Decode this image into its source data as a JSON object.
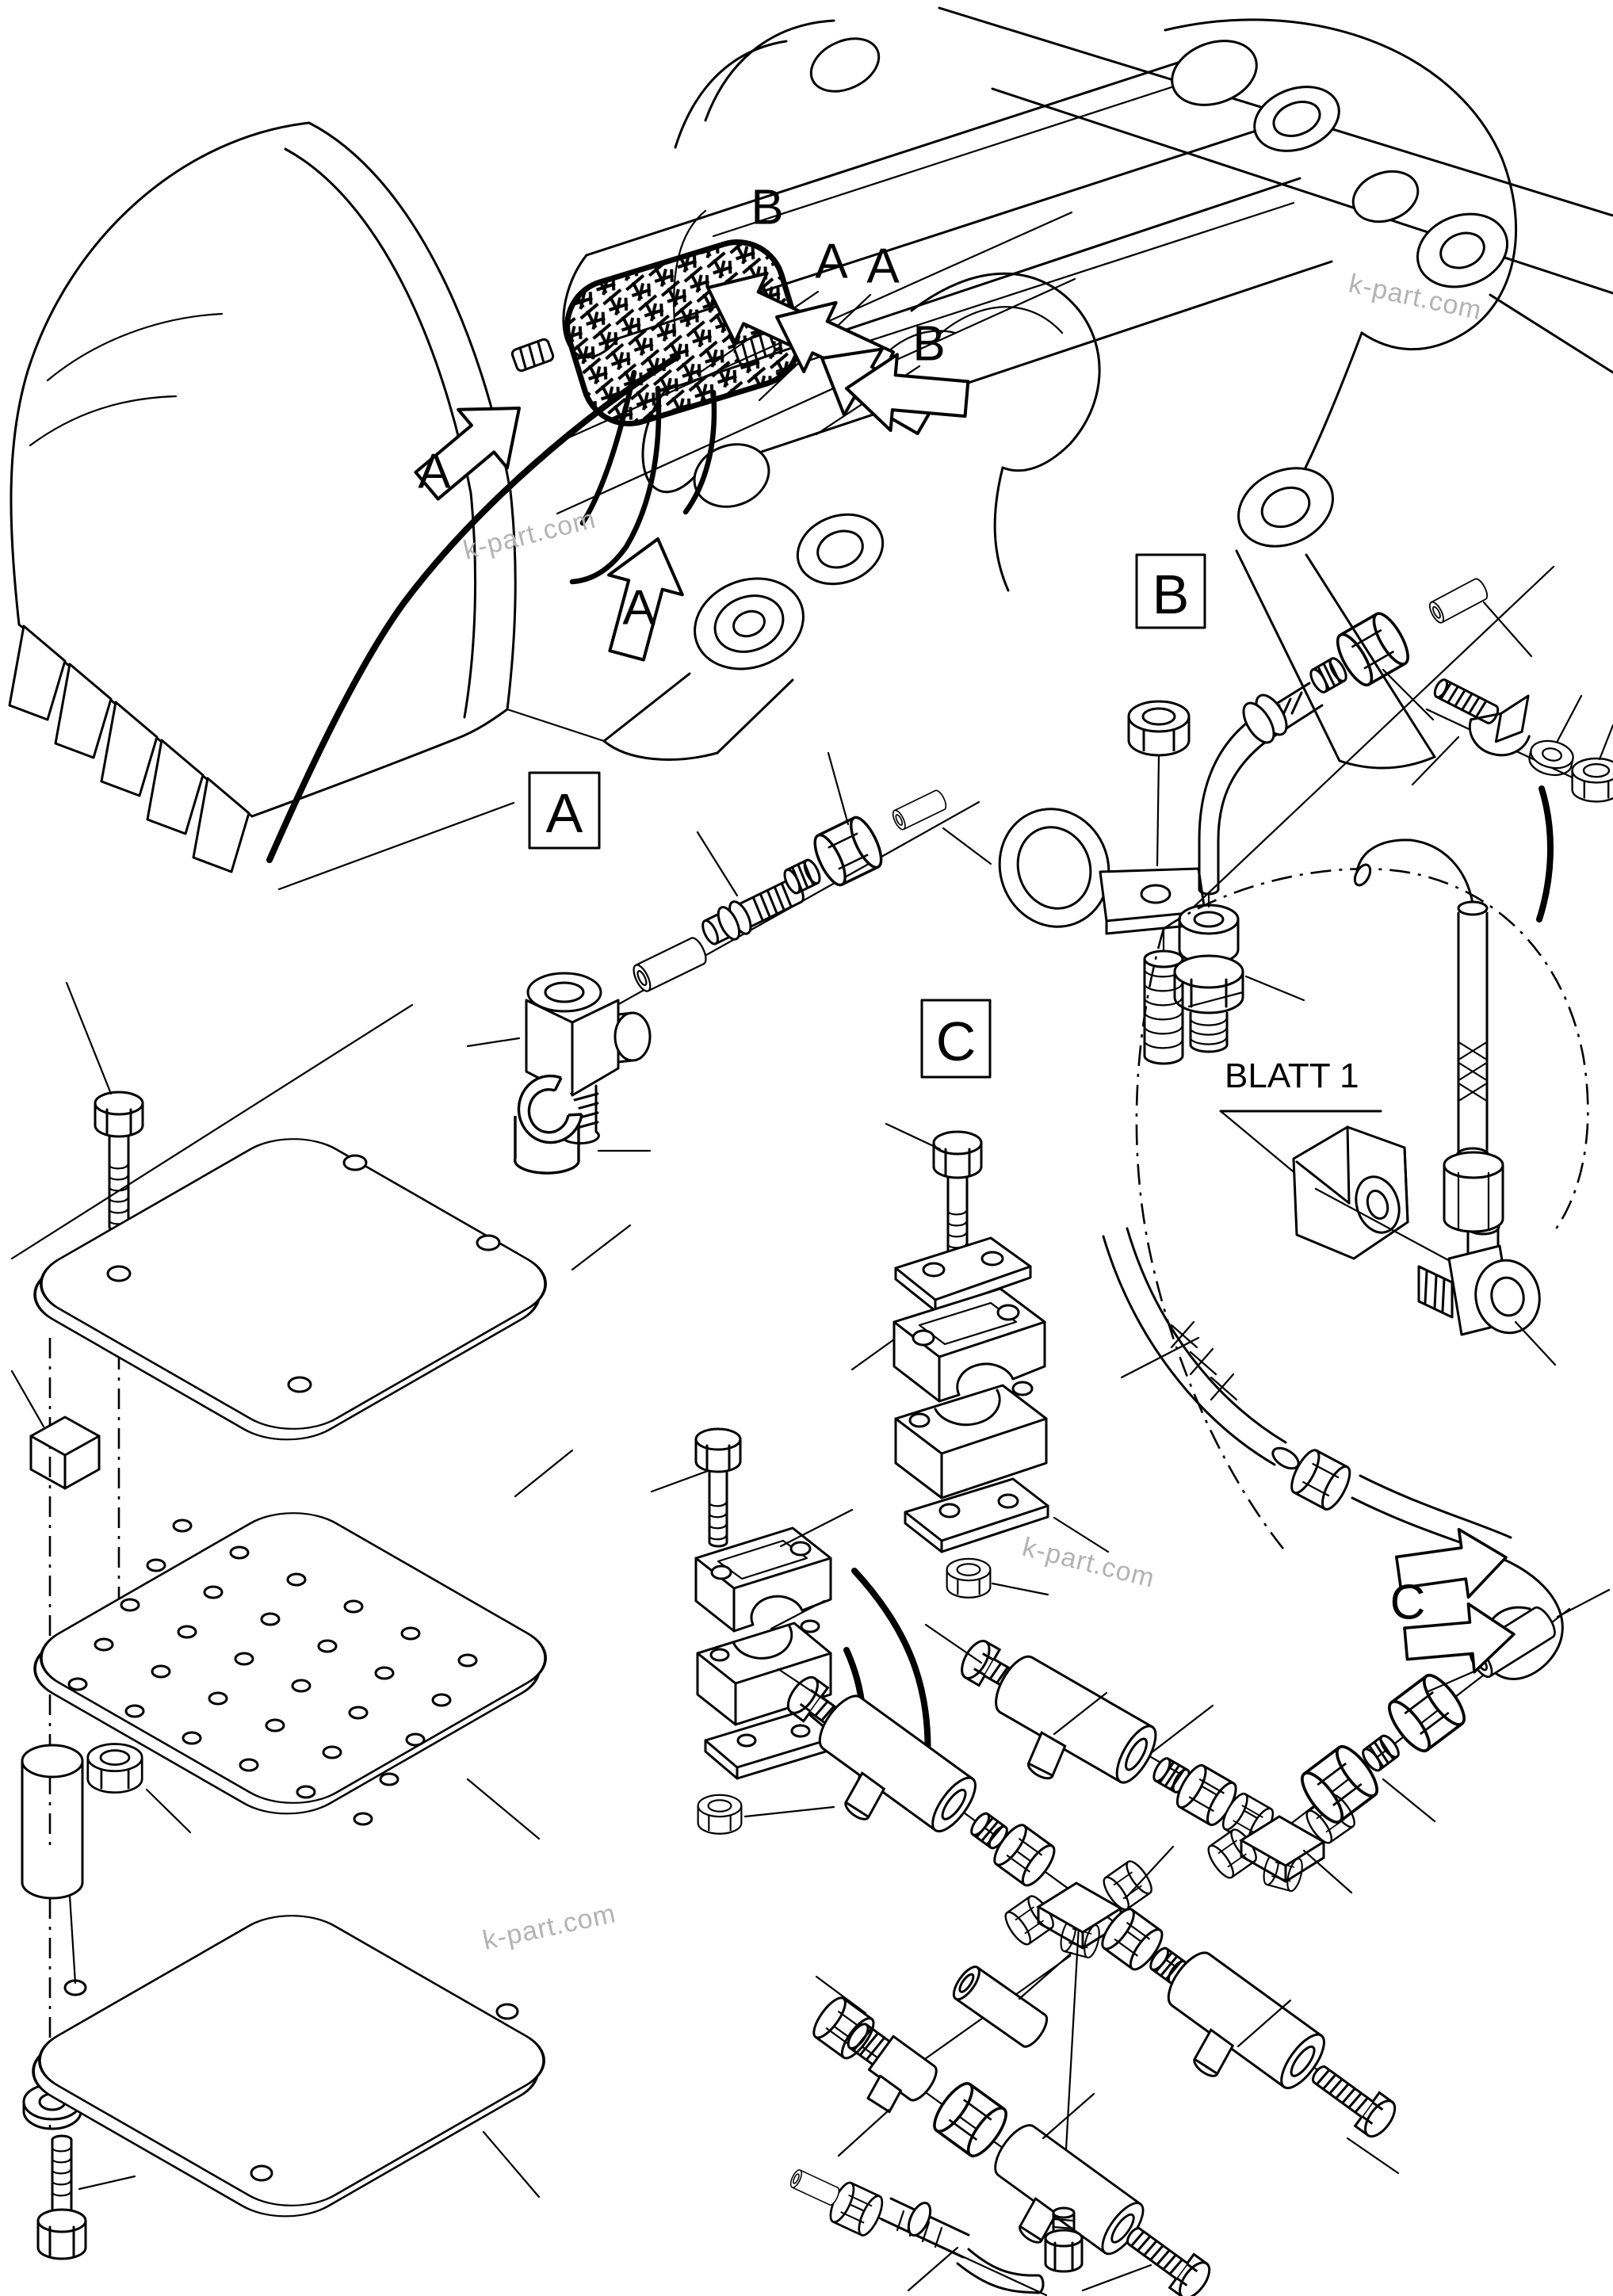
{
  "figure": {
    "kind": "exploded-parts-diagram",
    "subject": "excavator bucket hydraulic piping",
    "background": "#ffffff",
    "line_color": "#000000"
  },
  "view_callouts": [
    {
      "label": "B"
    },
    {
      "label": "A"
    },
    {
      "label": "A"
    },
    {
      "label": "B"
    },
    {
      "label": "A"
    },
    {
      "label": "A"
    }
  ],
  "detail_boxes": [
    {
      "label": "A"
    },
    {
      "label": "B"
    },
    {
      "label": "C"
    }
  ],
  "annotations": {
    "sheet_reference": "BLATT 1",
    "section_marker": "C"
  },
  "watermarks": [
    {
      "text": "k-part.com"
    },
    {
      "text": "k-part.com"
    },
    {
      "text": "k-part.com"
    },
    {
      "text": "k-part.com"
    }
  ],
  "watermark_color": "#b3b3b3"
}
